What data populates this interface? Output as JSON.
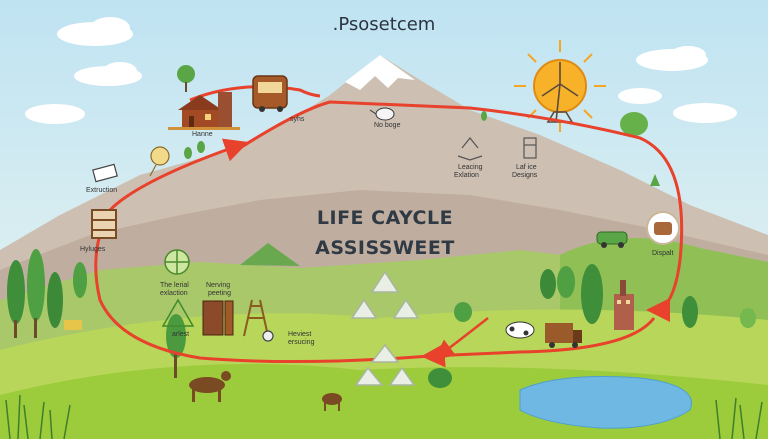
{
  "header": {
    "title": ".Psosetcem"
  },
  "center": {
    "line1": "LIFE CAYCLE",
    "line2": "ASSISSWEET"
  },
  "labels": {
    "hanne": "Hanne",
    "syhs": "syhs",
    "no_boge": "No boge",
    "leacing": "Leacing",
    "exlation": "Exlation",
    "laf_ice": "Laf ice",
    "designs": "Designs",
    "extruction": "Extruction",
    "hyluges": "Hyluges",
    "the_lerial": "The lerial",
    "exlaction": "exlaction",
    "nerving": "Nerving",
    "peeting": "peeting",
    "arlest": "arlest",
    "heviest": "Heviest",
    "ersucing": "ersucing",
    "dispalt": "Dispalt"
  },
  "icons": [
    "house-icon",
    "tree-icon",
    "bus-icon",
    "recycle-icon",
    "wind-turbine-icon",
    "sun-icon",
    "factory-icon",
    "truck-icon",
    "car-icon",
    "cow-icon",
    "deer-icon",
    "bag-icon",
    "sawmill-icon",
    "scaffold-icon",
    "leaf-icon",
    "pallet-icon",
    "mouse-icon",
    "ticket-icon"
  ],
  "colors": {
    "sky": "#cfeaf5",
    "arrow": "#e8412c",
    "grass": "#9ccc3c",
    "mountain": "#c9b7a6",
    "sun": "#f5a623",
    "water": "#6fb8e3"
  }
}
